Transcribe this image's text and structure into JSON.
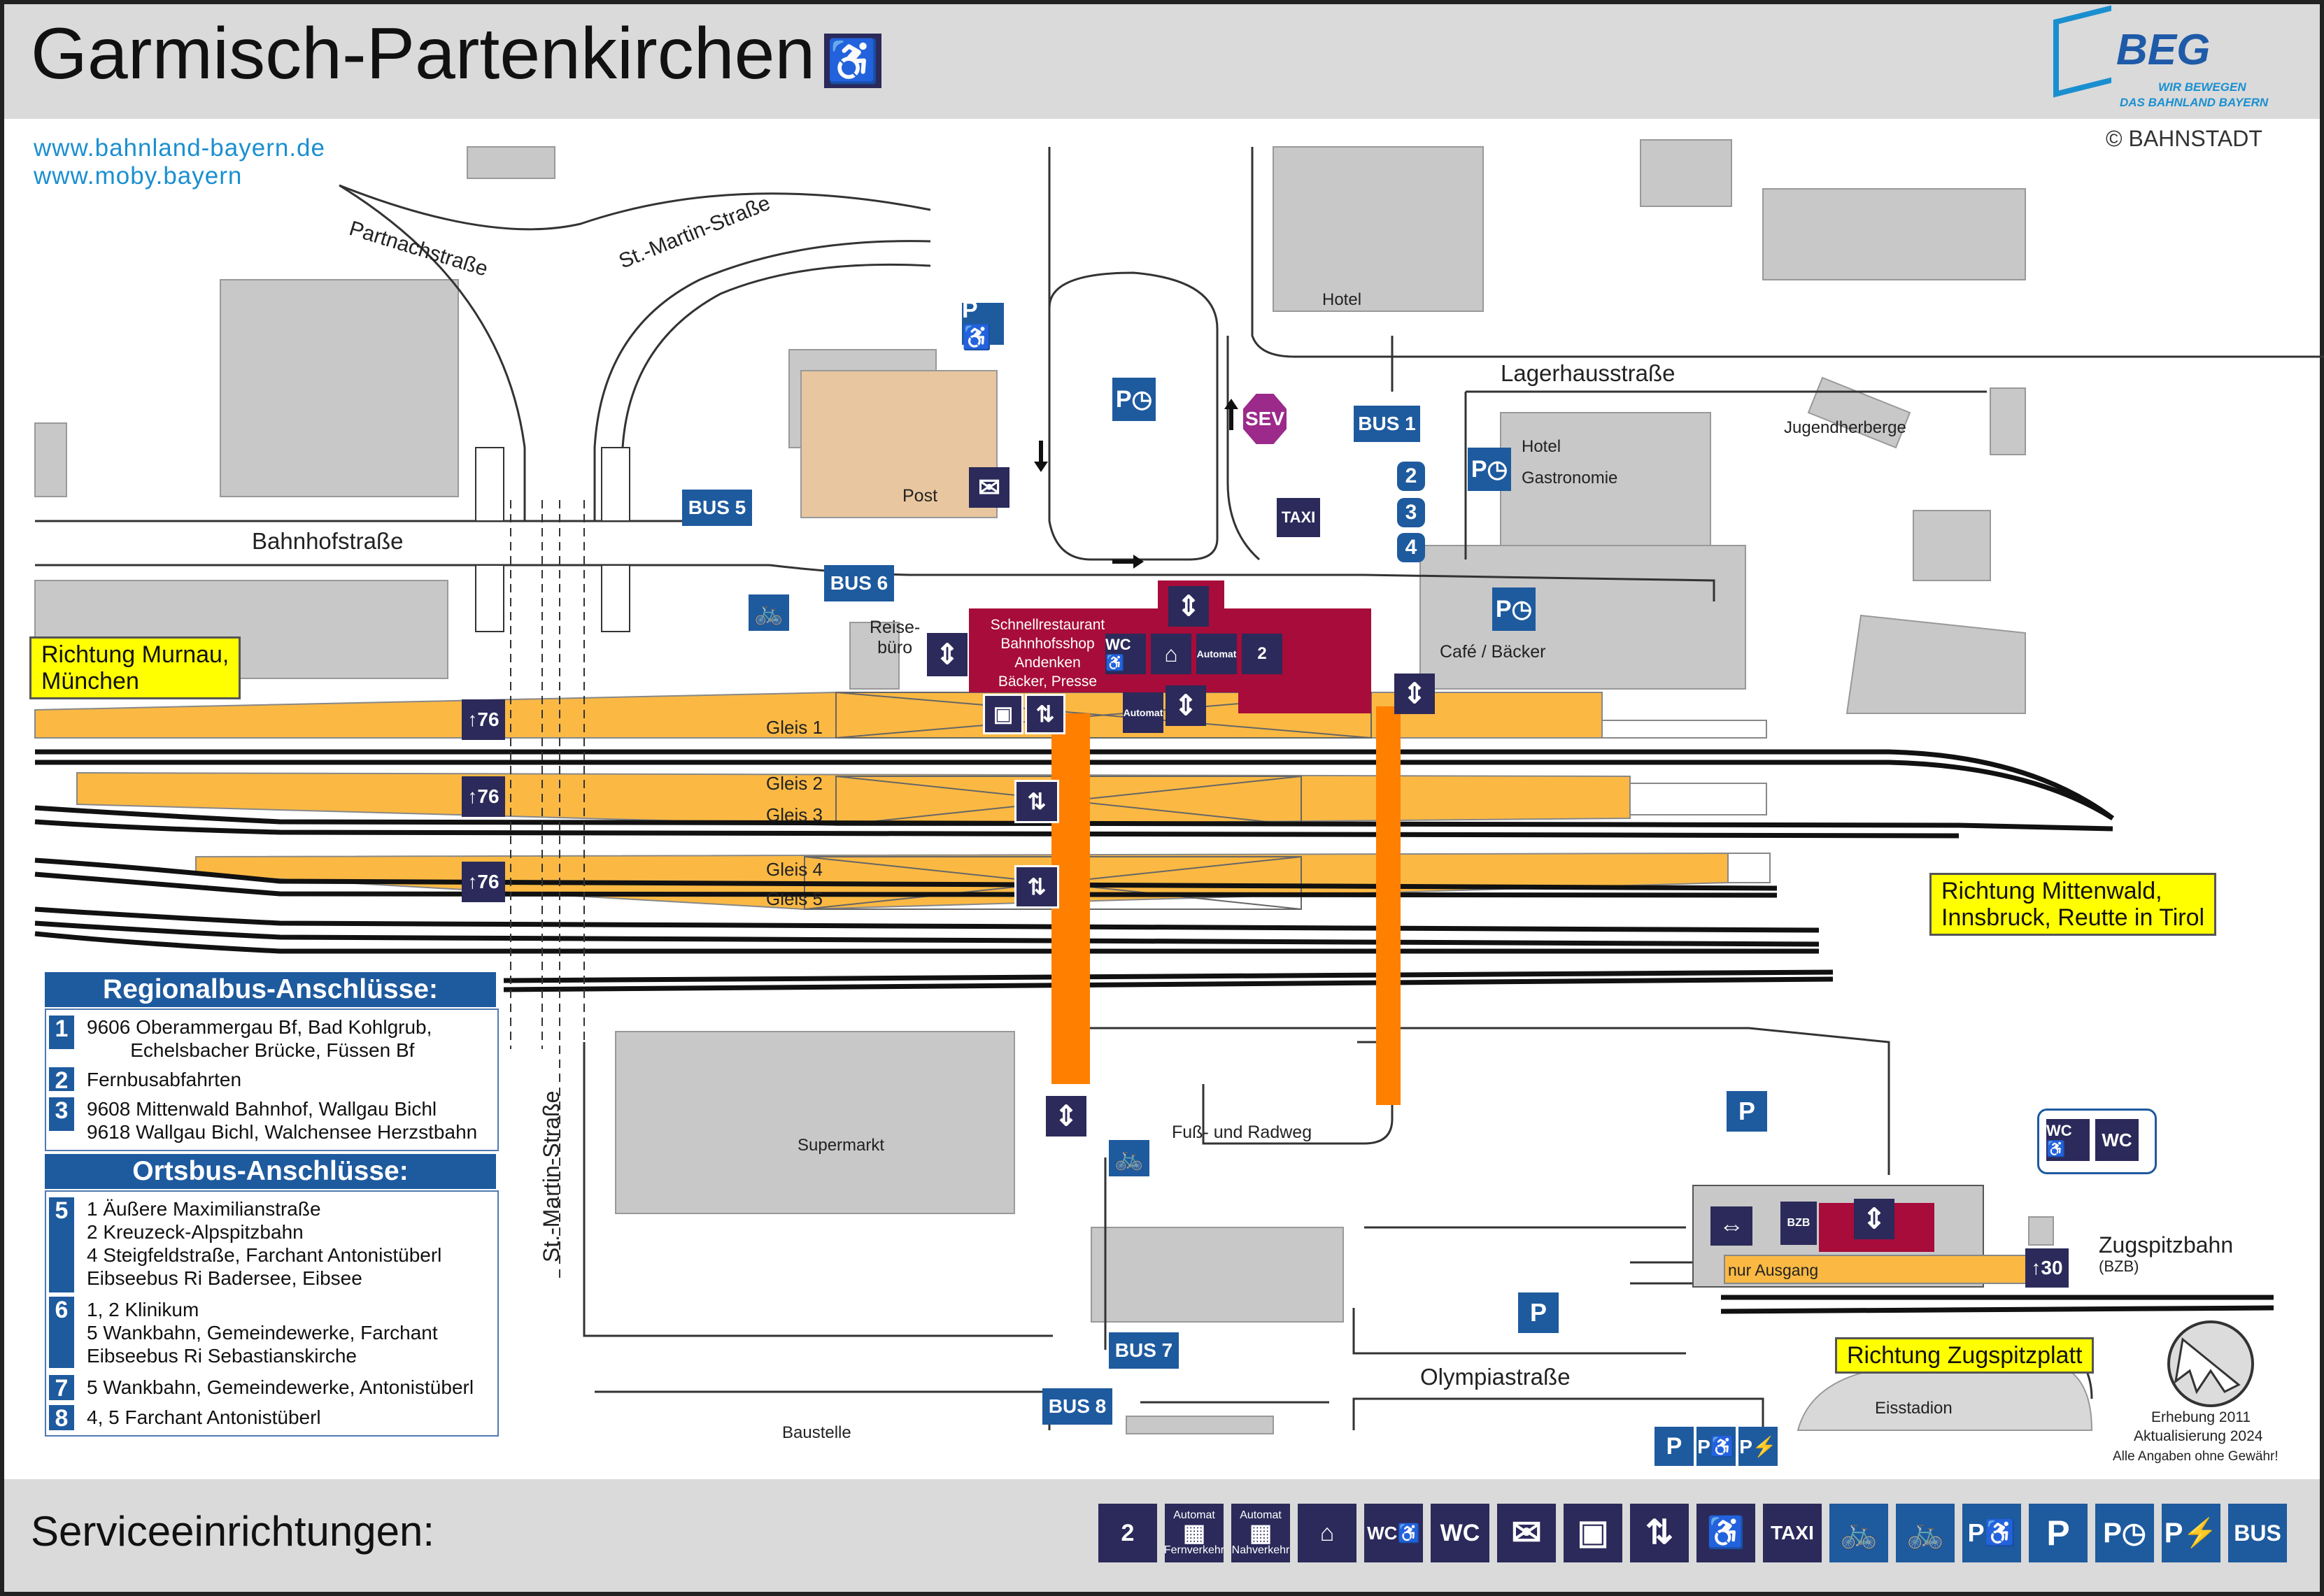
{
  "header": {
    "title": "Garmisch-Partenkirchen",
    "access_icon": "wheelchair-icon",
    "logo_text": "BEG",
    "logo_sub1": "WIR BEWEGEN",
    "logo_sub2": "DAS BAHNLAND BAYERN"
  },
  "web": {
    "url1": "www.bahnland-bayern.de",
    "url2": "www.moby.bayern"
  },
  "copyright": "© BAHNSTADT",
  "streets": {
    "partnach": "Partnachstraße",
    "stmartin_top": "St.-Martin-Straße",
    "stmartin_bottom": "St.-Martin-Straße",
    "bahnhof": "Bahnhofstraße",
    "lagerhaus": "Lagerhausstraße",
    "olympia": "Olympiastraße",
    "fuss_rad": "Fuß- und Radweg"
  },
  "buildings": {
    "hotel1": "Hotel",
    "hotel2": "Hotel",
    "gastronomie": "Gastronomie",
    "jugendherberge": "Jugendherberge",
    "post": "Post",
    "reisebuero": "Reise-\nbüro",
    "cafe": "Café / Bäcker",
    "station": "Schnellrestaurant\nBahnhofsshop\nAndenken\nBäcker, Presse",
    "supermarkt": "Supermarkt",
    "baustelle": "Baustelle",
    "eisstadion": "Eisstadion",
    "zugspitzbahn": "Zugspitzbahn",
    "bzb": "(BZB)",
    "nur_ausgang": "nur Ausgang"
  },
  "platforms": {
    "g1": "Gleis 1",
    "g2": "Gleis 2",
    "g3": "Gleis 3",
    "g4": "Gleis 4",
    "g5": "Gleis 5",
    "steps": "76",
    "bzb_steps": "30"
  },
  "directions": {
    "murnau": "Richtung Murnau,\nMünchen",
    "mittenwald": "Richtung Mittenwald,\nInnsbruck, Reutte in Tirol",
    "zugspitzplatt": "Richtung Zugspitzplatt"
  },
  "bus_stops": [
    "1",
    "2",
    "3",
    "4",
    "5",
    "6",
    "7",
    "8"
  ],
  "regional": {
    "heading": "Regionalbus-Anschlüsse:",
    "items": [
      {
        "num": "1",
        "text": "9606 Oberammergau Bf, Bad Kohlgrub,\n        Echelsbacher Brücke, Füssen Bf"
      },
      {
        "num": "2",
        "text": "Fernbusabfahrten"
      },
      {
        "num": "3",
        "text": "9608 Mittenwald Bahnhof, Wallgau Bichl\n9618 Wallgau Bichl, Walchensee Herzstbahn"
      }
    ]
  },
  "ortsbus": {
    "heading": "Ortsbus-Anschlüsse:",
    "items": [
      {
        "num": "5",
        "text": "1 Äußere Maximilianstraße\n2 Kreuzeck-Alpspitzbahn\n4 Steigfeldstraße, Farchant Antonistüberl\nEibseebus Ri Badersee, Eibsee"
      },
      {
        "num": "6",
        "text": "1, 2 Klinikum\n5 Wankbahn, Gemeindewerke, Farchant\nEibseebus Ri Sebastianskirche"
      },
      {
        "num": "7",
        "text": "5 Wankbahn, Gemeindewerke, Antonistüberl"
      },
      {
        "num": "8",
        "text": "4, 5 Farchant Antonistüberl"
      }
    ]
  },
  "survey": {
    "line1": "Erhebung 2011",
    "line2": "Aktualisierung 2024",
    "line3": "Alle Angaben ohne Gewähr!"
  },
  "footer": {
    "label": "Serviceeinrichtungen:",
    "automat": "Automat",
    "fernverkehr": "Fernverkehr",
    "nahverkehr": "Nahverkehr",
    "wc": "WC",
    "taxi": "TAXI",
    "p": "P",
    "bus": "BUS",
    "sev": "SEV",
    "ticket_num": "2",
    "bzb": "BZB"
  },
  "icons": [
    "ticket-icon",
    "ticket-machine-icon",
    "info-point-icon",
    "wc-accessible-icon",
    "wc-icon",
    "mail-icon",
    "locker-icon",
    "lift-icon",
    "stairlift-icon",
    "taxi-icon",
    "bike-parking-icon",
    "bike-icon",
    "parking-accessible-icon",
    "parking-icon",
    "parking-timed-icon",
    "ev-charging-icon",
    "bus-icon"
  ],
  "colors": {
    "blue": "#1e5a9e",
    "navy": "#2b2a5a",
    "platform": "#fbb944",
    "station": "#a70c3a",
    "underpass": "#ff7f00",
    "building": "#c8c8c8",
    "post": "#e8c6a0",
    "sev": "#9b2a8a",
    "yellow": "#ffff00",
    "header_bg": "#dadada"
  }
}
